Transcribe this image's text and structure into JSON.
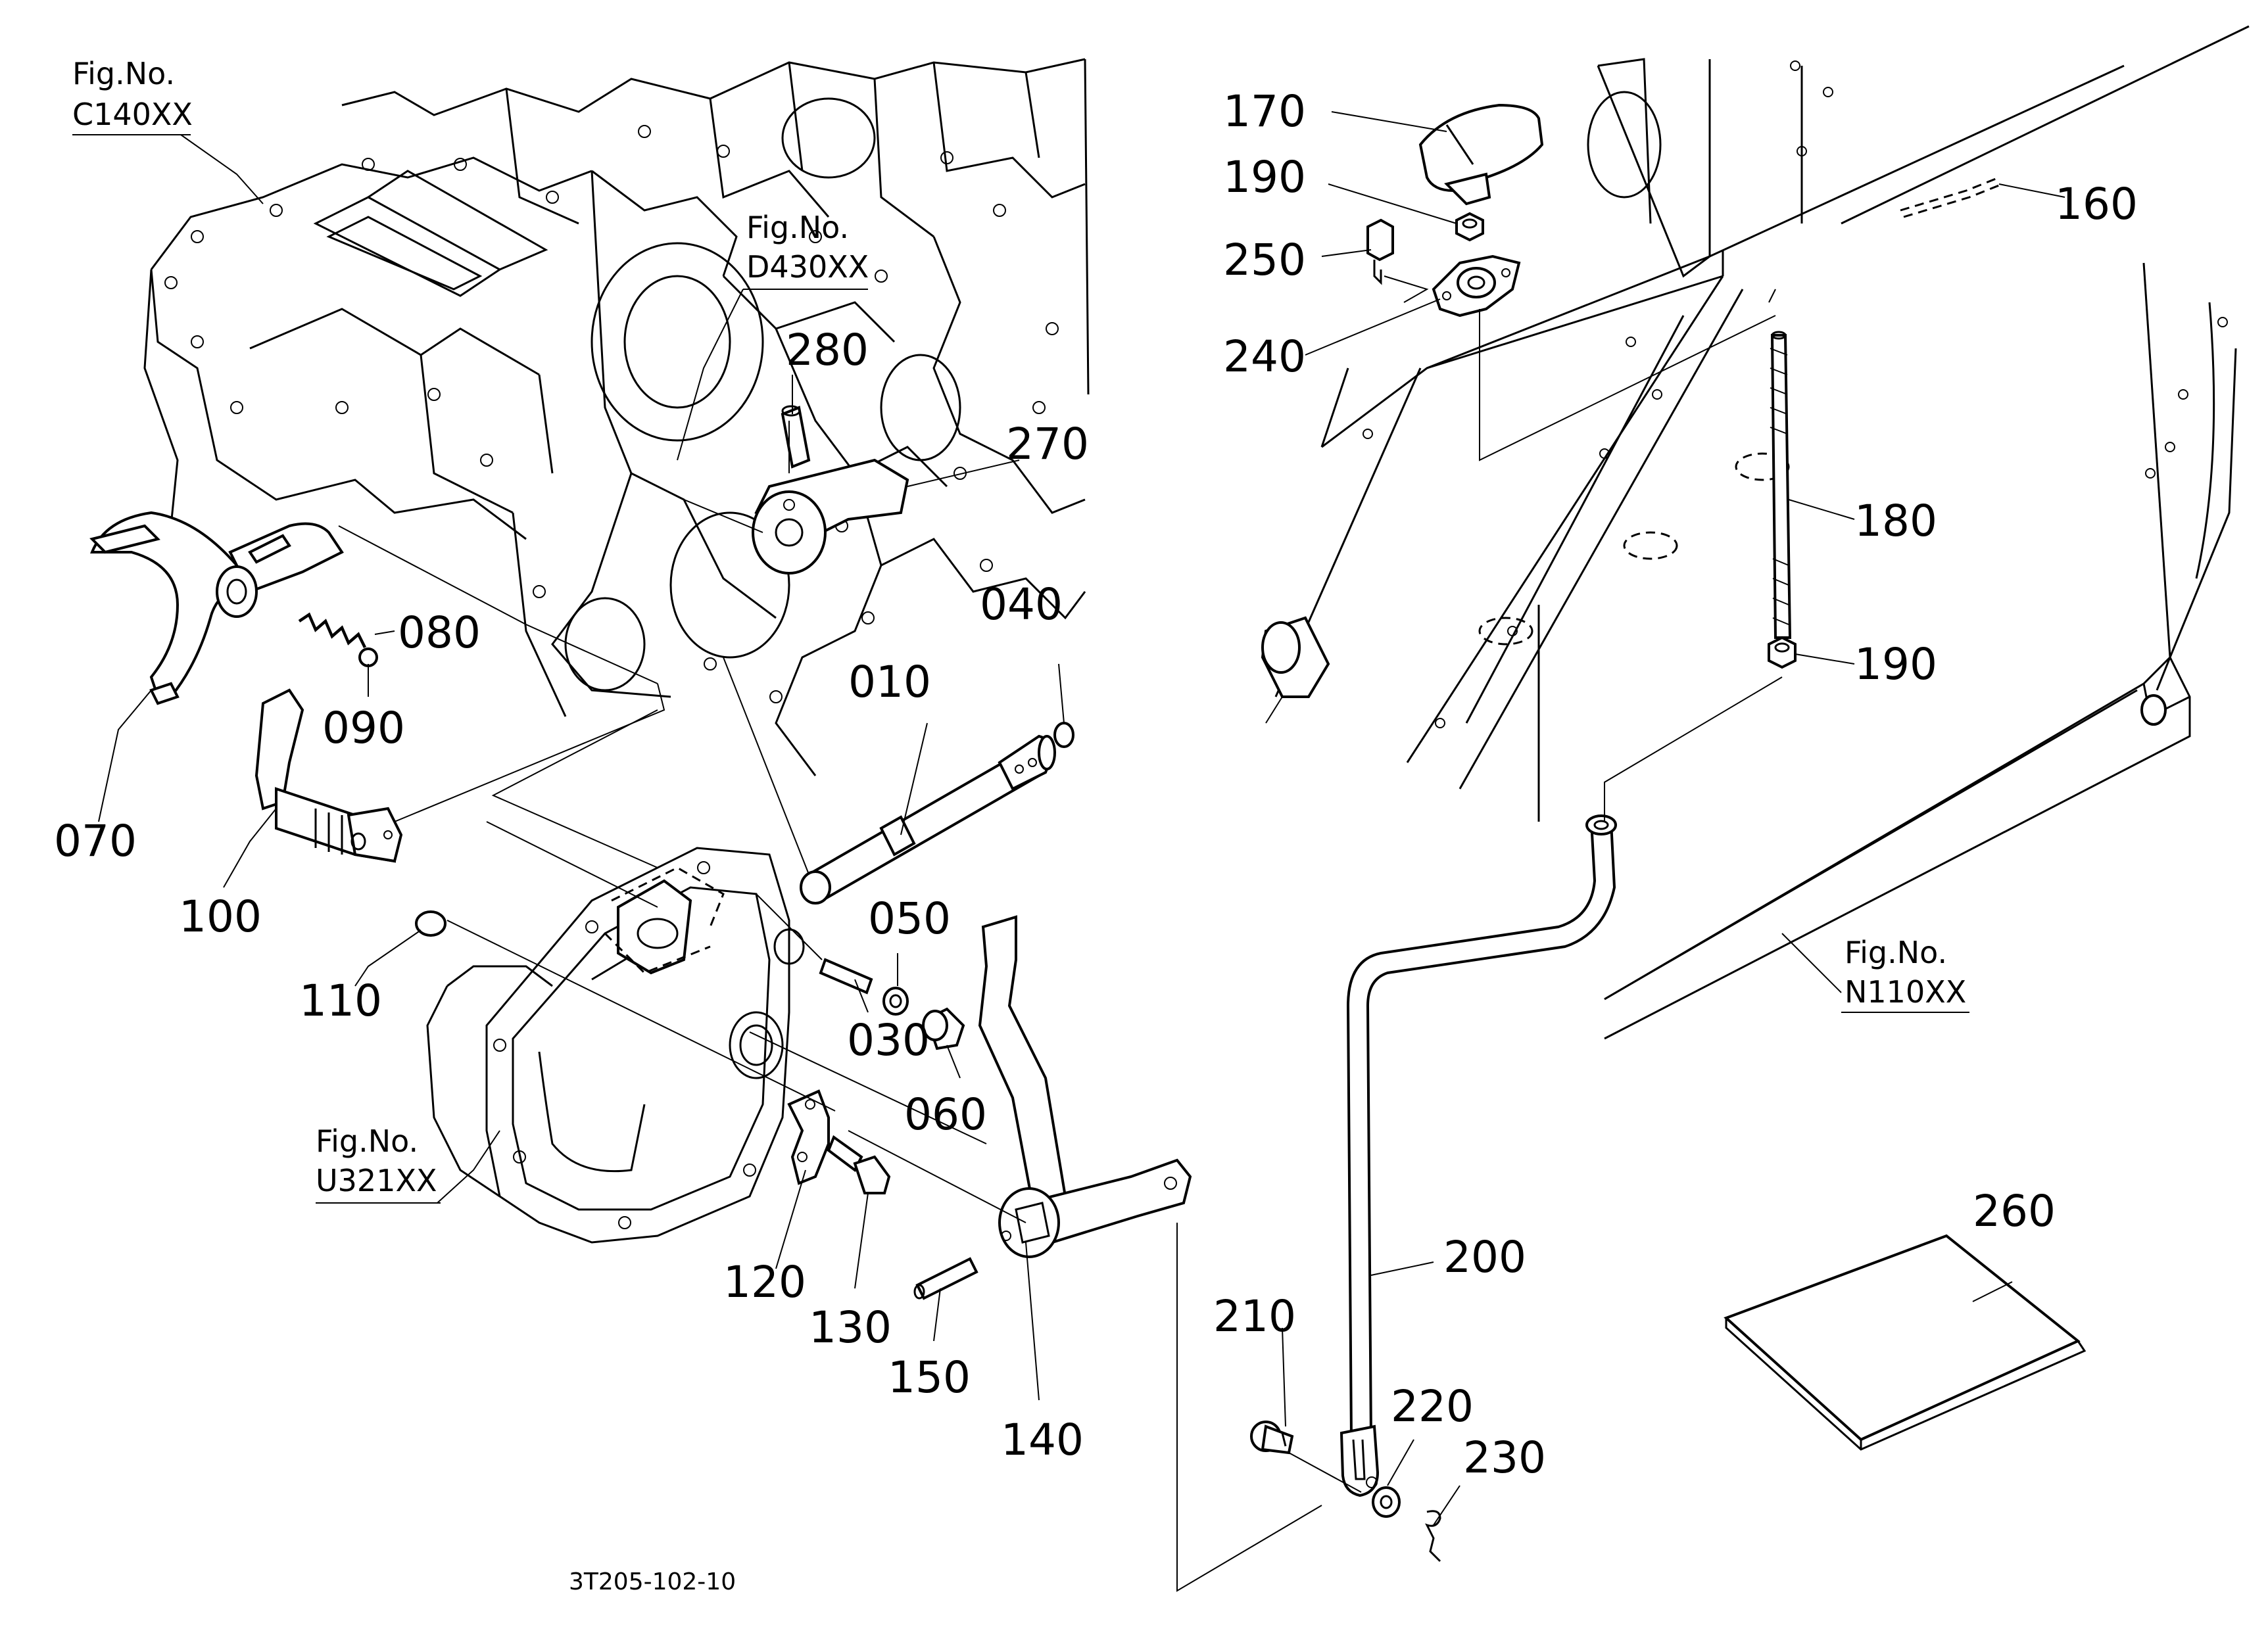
{
  "title": "3T205-102-10",
  "part_labels": {
    "p010": "010",
    "p030": "030",
    "p040": "040",
    "p050": "050",
    "p060": "060",
    "p070": "070",
    "p080": "080",
    "p090": "090",
    "p100": "100",
    "p110": "110",
    "p120": "120",
    "p130": "130",
    "p140": "140",
    "p150": "150",
    "p160": "160",
    "p170": "170",
    "p180": "180",
    "p190a": "190",
    "p190b": "190",
    "p200": "200",
    "p210": "210",
    "p220": "220",
    "p230": "230",
    "p240": "240",
    "p250": "250",
    "p260": "260",
    "p270": "270",
    "p280": "280"
  },
  "figure_refs": {
    "c140": {
      "label": "Fig.No.",
      "code": "C140XX"
    },
    "d430": {
      "label": "Fig.No.",
      "code": "D430XX"
    },
    "u321": {
      "label": "Fig.No.",
      "code": "U321XX"
    },
    "n110": {
      "label": "Fig.No.",
      "code": "N110XX"
    }
  }
}
